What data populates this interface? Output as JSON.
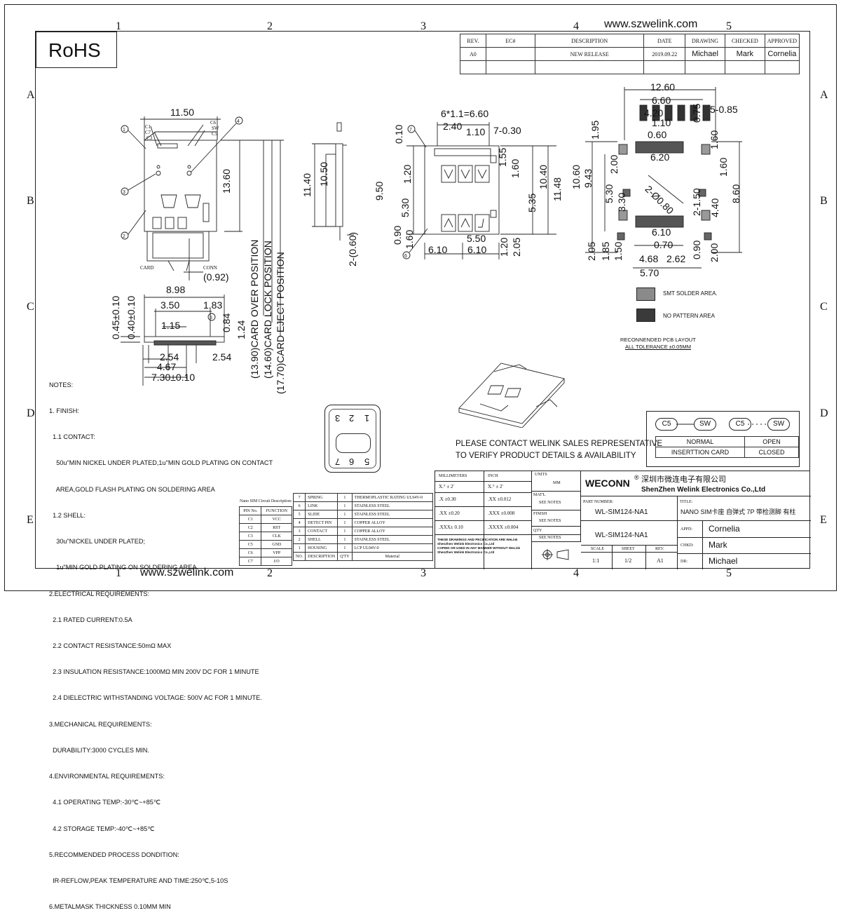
{
  "website": "www.szwelink.com",
  "rohs": "RoHS",
  "zones": {
    "cols": [
      "1",
      "2",
      "3",
      "4",
      "5"
    ],
    "rows": [
      "A",
      "B",
      "C",
      "D",
      "E"
    ]
  },
  "revision": {
    "headers": [
      "REV.",
      "EC#",
      "DESCRIPTION",
      "DATE",
      "DRAWING",
      "CHECKED",
      "APPROVED"
    ],
    "row": [
      "A0",
      "",
      "NEW RELEASE",
      "2019.09.22",
      "Michael",
      "Mark",
      "Cornelia"
    ]
  },
  "dims": {
    "top_width": "11.50",
    "height_13_60": "13.60",
    "d_11_40": "11.40",
    "d_10_50": "10.50",
    "card_over": "(13.90)CARD OVER POSITION",
    "card_lock": "(14.60)CARD LOCK POSITION",
    "card_eject": "(17.70)CARD EJECT POSITION",
    "card_label": "CARD",
    "conn_label": "CONN",
    "d_0_92": "(0.92)",
    "c1": "C1",
    "c2": "C2",
    "c3": "C3",
    "c5": "C5",
    "c6": "C6",
    "c7": "C7",
    "sw": "SW",
    "b1": "1",
    "b2": "2",
    "b3": "3",
    "b4": "4",
    "b5": "5",
    "side_8_98": "8.98",
    "side_3_50": "3.50",
    "side_1_83": "1.83",
    "side_1_15": "1.15",
    "side_0_84": "0.84",
    "side_0_45": "0.45±0.10",
    "side_0_40": "0.40±0.10",
    "side_1_24": "1.24",
    "side_2_54a": "2.54",
    "side_2_54b": "2.54",
    "side_4_67": "4.67",
    "side_7_30": "7.30±0.10",
    "m_6x1_1": "6*1.1=6.60",
    "m_2_40": "2.40",
    "m_1_10": "1.10",
    "m_7_0_30": "7-0.30",
    "m_0_10": "0.10",
    "m_1_55": "1.55",
    "m_1_20a": "1.20",
    "m_1_60a": "1.60",
    "m_10_40": "10.40",
    "m_11_48": "11.48",
    "m_9_50": "9.50",
    "m_5_30": "5.30",
    "m_5_35": "5.35",
    "m_0_90": "0.90",
    "m_1_60b": "1.60",
    "m_6_10a": "6.10",
    "m_6_10b": "6.10",
    "m_5_50": "5.50",
    "m_1_20b": "1.20",
    "m_2_05": "2.05",
    "m_2_0_60": "2-(0.60)",
    "m_6": "6",
    "p_12_60": "12.60",
    "p_6_60": "6.60",
    "p_4_20": "4.20",
    "p_1_10": "1.10",
    "p_0_60": "0.60",
    "p_0_75": "0.75",
    "p_5_0_85": "5-0.85",
    "p_1_95": "1.95",
    "p_1_60": "1.60",
    "p_6_20": "6.20",
    "p_2_00a": "2.00",
    "p_10_60": "10.60",
    "p_9_43": "9.43",
    "p_5_30": "5.30",
    "p_2_00_80": "2-Ø0.80",
    "p_2_1_50": "2-1.50",
    "p_1_60b": "1.60",
    "p_4_40": "4.40",
    "p_8_60": "8.60",
    "p_3_30": "3.30",
    "p_6_10": "6.10",
    "p_0_70": "0.70",
    "p_2_05": "2.05",
    "p_1_85": "1.85",
    "p_1_50": "1.50",
    "p_0_90": "0.90",
    "p_2_00b": "2.00",
    "p_4_68": "4.68",
    "p_2_62": "2.62",
    "p_5_70": "5.70"
  },
  "legend": {
    "smt": "SMT SOLDER AREA.",
    "no_pattern": "NO PATTERN AREA",
    "pcb_layout": "RECONNENDED PCB LAYOUT",
    "tolerance": "ALL TOLERANCE ±0.05MM"
  },
  "card_pads": [
    "3",
    "2",
    "1",
    "7",
    "6",
    "5"
  ],
  "contact_notice": [
    "PLEASE CONTACT WELINK SALES REPRESENTATIVE",
    "TO VERIFY PRODUCT DETAILS & AVAILABILITY"
  ],
  "notes": [
    "NOTES:",
    "1. FINISH:",
    "  1.1 CONTACT:",
    "    50u\"MIN NICKEL UNDER PLATED,1u\"MIN GOLD PLATING ON CONTACT",
    "    AREA,GOLD FLASH PLATING ON SOLDERING AREA",
    "  1.2 SHELL:",
    "    30u\"NICKEL UNDER PLATED;",
    "    1u\"MIN GOLD PLATING ON SOLDERING AREA.",
    "2.ELECTRICAL REQUIREMENTS:",
    "  2.1 RATED CURRENT:0.5A",
    "  2.2 CONTACT RESISTANCE:50mΩ MAX",
    "  2.3 INSULATION RESISTANCE:1000MΩ MIN 200V DC FOR 1 MINUTE",
    "  2.4 DIELECTRIC WITHSTANDING VOLTAGE: 500V AC FOR 1 MINUTE.",
    "3.MECHANICAL REQUIREMENTS:",
    "  DURABILITY:3000 CYCLES MIN.",
    "4.ENVIRONMENTAL REQUIREMENTS:",
    "  4.1 OPERATING TEMP:-30℃~+85℃",
    "  4.2 STORAGE TEMP:-40℃~+85℃",
    "5.RECOMMENDED PROCESS DONDITION:",
    "  IR-REFLOW,PEAK TEMPERATURE AND TIME:250℃,5-10S",
    "6.METALMASK THICKNESS 0.10MM MIN"
  ],
  "pin_table": {
    "caption": "Nano SIM Circuit Description:",
    "headers": [
      "PIN No.",
      "FUNCTION"
    ],
    "rows": [
      [
        "C1",
        "VCC"
      ],
      [
        "C2",
        "RST"
      ],
      [
        "C3",
        "CLK"
      ],
      [
        "C5",
        "GND"
      ],
      [
        "C6",
        "VPP"
      ],
      [
        "C7",
        "I/O"
      ]
    ]
  },
  "bom": {
    "rows": [
      [
        "7",
        "SPRING",
        "1",
        "THERMOPLASTIC RATING UL94V-0"
      ],
      [
        "6",
        "LINK",
        "1",
        "STAINLESS STEEL"
      ],
      [
        "5",
        "SLIDE",
        "1",
        "STAINLESS STEEL"
      ],
      [
        "4",
        "DETECT PIN",
        "1",
        "COPPER ALLOY"
      ],
      [
        "3",
        "CONTACT",
        "1",
        "COPPER ALLOY"
      ],
      [
        "2",
        "SHELL",
        "1",
        "STAINLESS STEEL"
      ],
      [
        "1",
        "HOUSING",
        "1",
        "LCP UL94V-0"
      ]
    ],
    "headers": [
      "NO.",
      "DESCRIPTION",
      "Q'TY",
      "Material"
    ]
  },
  "switch": {
    "pill_c5a": "C5",
    "pill_sw_a": "SW",
    "pill_c5b": "C5",
    "pill_sw_b": "SW",
    "rows": [
      [
        "NORMAL",
        "OPEN"
      ],
      [
        "INSERTTION CARD",
        "CLOSED"
      ]
    ]
  },
  "tolerance_table": {
    "h_mm": "MILLIMETERS",
    "h_inch": "INCH",
    "h_units": "UNITS",
    "units_val": "MM",
    "r1a": "X.°  ± 2'",
    "r1b": "X.°  ± 2'",
    "r2a": ".X   ±0.30",
    "r2b": ".XX  ±0.012",
    "r3a": ".XX  ±0.20",
    "r3b": ".XXX ±0.008",
    "r4a": ".XXX± 0.10",
    "r4b": ".XXXX ±0.004",
    "matl": "MAT'L",
    "finish": "FINISH",
    "qty": "QTY",
    "see_notes": "SEE NOTES",
    "disclaimer": [
      "THESE DRAWINGS AND PECIFICATION ARE WeLink",
      "ShenZhen Welink Electronics Co.,Ltd",
      "COPIED OR USED IN ANY MANNER WITHOUT WeLink",
      "ShenZhen Welink Electronics Co.,Ltd"
    ]
  },
  "title_block": {
    "brand": "WECONN",
    "reg": "®",
    "company_cn": "深圳市微连电子有限公司",
    "company_en": "ShenZhen Welink Electronics Co.,Ltd",
    "part_label": "PART NUMBER:",
    "part_no": "WL-SIM124-NA1",
    "part_no2": "WL-SIM124-NA1",
    "title_label": "TITLE:",
    "title": "NANO SIM卡座 自弹式 7P 带检测脚 有柱",
    "scale_label": "SCALE",
    "scale": "1:1",
    "sheet_label": "SHEET",
    "sheet": "1/2",
    "rev_label": "REV.",
    "rev": "A1",
    "appd_label": "APPD:",
    "appd": "Cornelia",
    "chkd_label": "CHKD:",
    "chkd": "Mark",
    "dr_label": "DR:",
    "dr": "Michael"
  }
}
